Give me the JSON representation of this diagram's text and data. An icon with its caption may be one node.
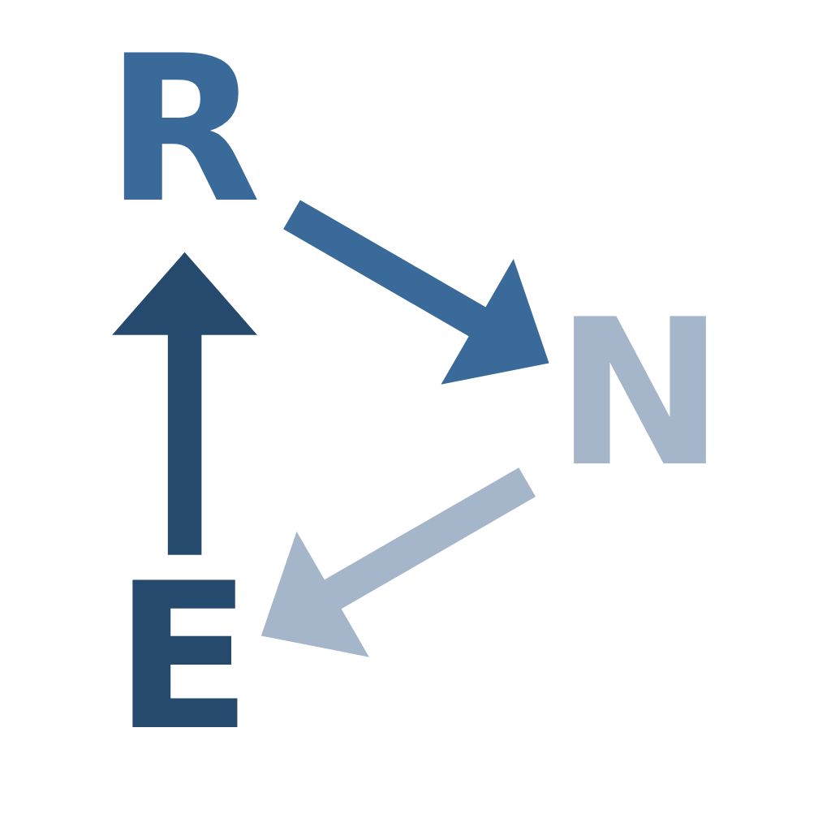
{
  "diagram": {
    "nodes": [
      {
        "text": [
          "E"
        ]
      },
      {
        "text": [
          "R"
        ]
      },
      {
        "text": [
          "N"
        ]
      }
    ],
    "edges": [
      {
        "from": 0,
        "to": 1,
        "arrow": "to",
        "color": "#264a6e"
      },
      {
        "from": 1,
        "to": 2,
        "arrow": "to",
        "color": "#3a6a9a"
      },
      {
        "from": 2,
        "to": 0,
        "arrow": "to",
        "color": "#a5b5ca"
      }
    ]
  }
}
